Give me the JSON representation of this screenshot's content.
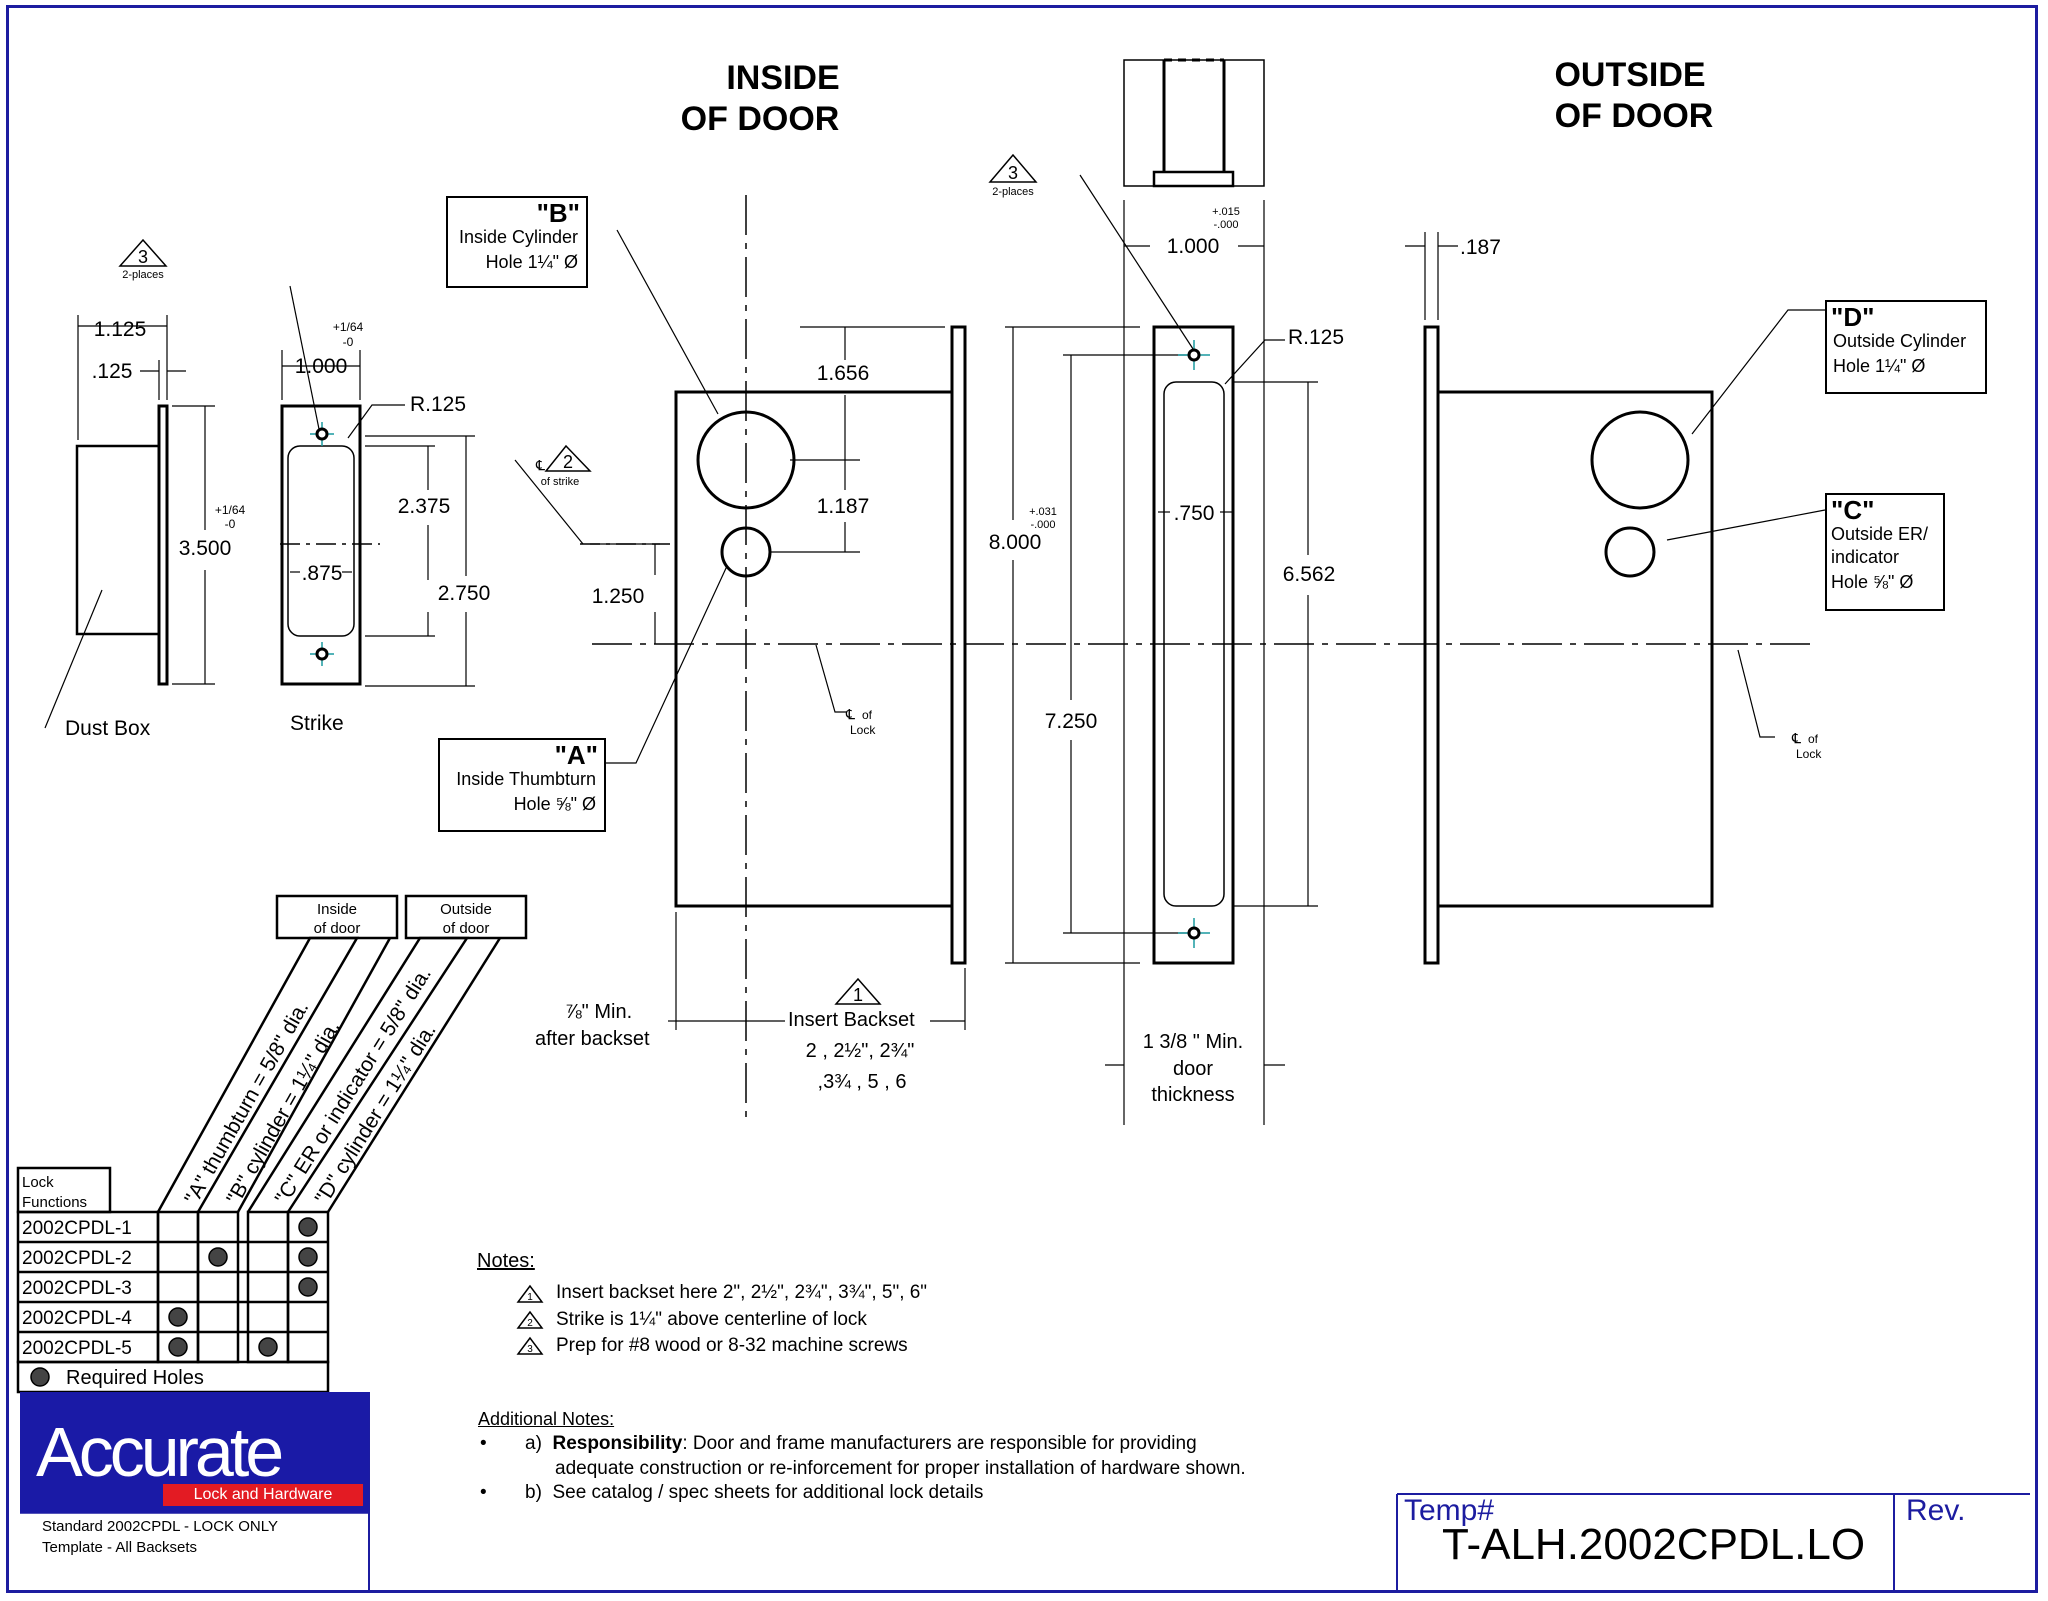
{
  "headings": {
    "inside": [
      "INSIDE",
      "OF DOOR"
    ],
    "outside": [
      "OUTSIDE",
      "OF DOOR"
    ]
  },
  "callouts": {
    "b": {
      "letter": "\"B\"",
      "line1": "Inside Cylinder",
      "line2": "Hole 1¼\" Ø"
    },
    "a": {
      "letter": "\"A\"",
      "line1": "Inside Thumbturn",
      "line2": "Hole ⅝\" Ø"
    },
    "d": {
      "letter": "\"D\"",
      "line1": "Outside Cylinder",
      "line2": "Hole 1¼\" Ø"
    },
    "c": {
      "letter": "\"C\"",
      "line1": "Outside ER/",
      "line2": "indicator",
      "line3": "Hole ⅝\" Ø"
    }
  },
  "dims": {
    "d1125": "1.125",
    "d125": ".125",
    "d3500": "3.500",
    "tol164": [
      "+1/64",
      "-0"
    ],
    "tol164b": [
      "+1/64",
      "-0"
    ],
    "d1000a": "1.000",
    "r125a": "R.125",
    "d2375": "2.375",
    "d2750": "2.750",
    "d875": ".875",
    "d1250": "1.250",
    "d1656": "1.656",
    "d1187": "1.187",
    "d8000": "8.000",
    "tol031": [
      "+.031",
      "-.000"
    ],
    "d7250": "7.250",
    "d1000b": "1.000",
    "tol015": [
      "+.015",
      "-.000"
    ],
    "r125b": "R.125",
    "d750": ".750",
    "d6562": "6.562",
    "d187": ".187"
  },
  "labels": {
    "dust_box": "Dust Box",
    "strike": "Strike",
    "cl_strike": "of strike",
    "cl_lock": "of",
    "cl_lock2": "Lock",
    "two_places": "2-places",
    "tri1": "1",
    "tri2": "2",
    "tri3": "3",
    "min78": "⅞\" Min.",
    "after_backset": "after backset",
    "insert_backset": "Insert Backset",
    "backset_vals1": "2 , 2½\", 2¾\"",
    "backset_vals2": ",3¾ , 5 , 6",
    "door_min": "1 3/8 \" Min.",
    "door_word": "door",
    "door_thick": "thickness"
  },
  "lock_table": {
    "header_top": "Lock",
    "header_bottom": "Functions",
    "inside_box": [
      "Inside",
      "of door"
    ],
    "outside_box": [
      "Outside",
      "of door"
    ],
    "columns": [
      "\"A\" thumbturn = 5/8\" dia.",
      "\"B\" cylinder = 1¼\" dia.",
      "\"C\" ER or indicator = 5/8\" dia.",
      "\"D\" cylinder = 1¼\" dia."
    ],
    "rows": [
      {
        "name": "2002CPDL-1",
        "holes": [
          false,
          false,
          false,
          true
        ]
      },
      {
        "name": "2002CPDL-2",
        "holes": [
          false,
          true,
          false,
          true
        ]
      },
      {
        "name": "2002CPDL-3",
        "holes": [
          false,
          false,
          false,
          true
        ]
      },
      {
        "name": "2002CPDL-4",
        "holes": [
          true,
          false,
          false,
          false
        ]
      },
      {
        "name": "2002CPDL-5",
        "holes": [
          true,
          false,
          true,
          false
        ]
      }
    ],
    "legend": "Required Holes"
  },
  "notes": {
    "title": "Notes:",
    "items": [
      {
        "num": "1",
        "text": "Insert backset here 2\", 2½\", 2¾\", 3¾\", 5\", 6\""
      },
      {
        "num": "2",
        "text": "Strike is 1¼\" above centerline of lock"
      },
      {
        "num": "3",
        "text": "Prep for #8 wood or 8-32 machine screws"
      }
    ]
  },
  "additional_notes": {
    "title": "Additional Notes:",
    "a_prefix": "a)",
    "a_bold": "Responsibility",
    "a_text": ": Door and frame manufacturers are responsible for providing",
    "a_text2": "adequate construction or re-inforcement for proper installation of hardware shown.",
    "b_prefix": "b)",
    "b_text": "See catalog / spec sheets for additional lock details"
  },
  "logo": {
    "word": "Accurate",
    "tagline": "Lock and Hardware",
    "caption1": "Standard 2002CPDL - LOCK ONLY",
    "caption2": "Template - All Backsets"
  },
  "title_block": {
    "temp_label": "Temp#",
    "temp_value": "T-ALH.2002CPDL.LO",
    "rev_label": "Rev."
  },
  "colors": {
    "border": "#1c1ca0",
    "logo_bg": "#1a1aa6",
    "logo_red": "#e31b23",
    "screw": "#1a9aa0"
  }
}
